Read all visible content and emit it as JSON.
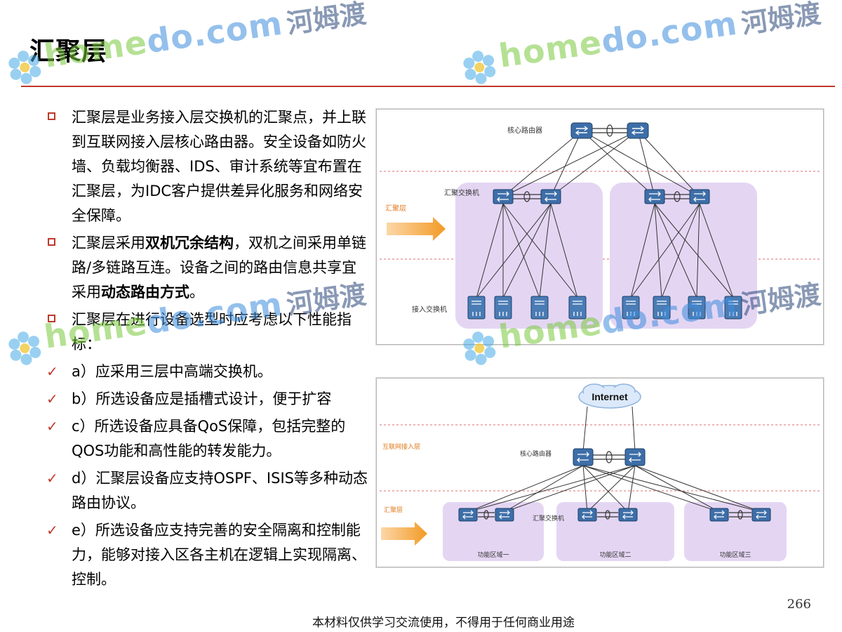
{
  "title": "汇聚层",
  "bullets": [
    {
      "text": "汇聚层是业务接入层交换机的汇聚点，并上联到互联网接入层核心路由器。安全设备如防火墙、负载均衡器、IDS、审计系统等宜布置在汇聚层，为IDC客户提供差异化服务和网络安全保障。"
    },
    {
      "pre": "汇聚层采用",
      "bold1": "双机冗余结构",
      "mid": "，双机之间采用单链路/多链路互连。设备之间的路由信息共享宜采用",
      "bold2": "动态路由方式",
      "post": "。"
    },
    {
      "text": "汇聚层在进行设备选型时应考虑以下性能指标："
    }
  ],
  "sub_items": [
    "a）应采用三层中高端交换机。",
    "b）所选设备应是插槽式设计，便于扩容",
    "c）所选设备应具备QoS保障，包括完整的QOS功能和高性能的转发能力。",
    "d）汇聚层设备应支持OSPF、ISIS等多种动态路由协议。",
    "e）所选设备应支持完善的安全隔离和控制能力，能够对接入区各主机在逻辑上实现隔离、控制。"
  ],
  "figure1": {
    "core_label": "核心路由器",
    "agg_label": "汇聚交换机",
    "layer_label": "汇聚层",
    "access_label": "接入交换机"
  },
  "figure2": {
    "internet_label": "Internet",
    "inet_layer_label": "互联网接入层",
    "core_label": "核心路由器",
    "agg_layer_label": "汇聚层",
    "agg_switch_label": "汇聚交换机",
    "zones": [
      "功能区域一",
      "功能区域二",
      "功能区域三"
    ]
  },
  "watermark": {
    "en_a": "home",
    "en_b": "do.com",
    "cn": "河姆渡"
  },
  "page_number": "266",
  "footer": "本材料仅供学习交流使用，不得用于任何商业用途"
}
